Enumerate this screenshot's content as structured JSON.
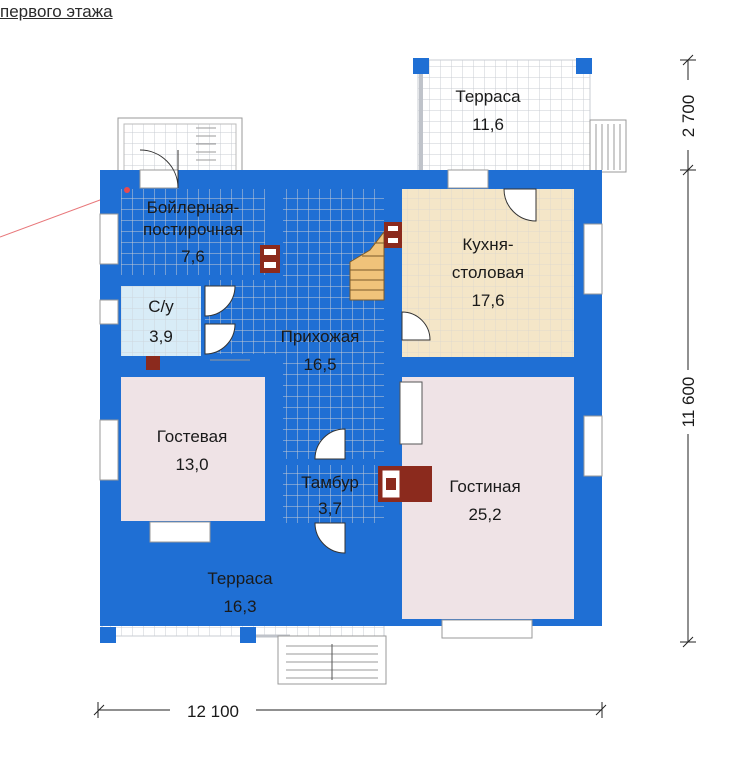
{
  "caption": "первого этажа",
  "colors": {
    "wall": "#1f6fd4",
    "grid_line": "#c9ccd3",
    "tile_bg": "#ffffff",
    "kitchen": "#f4e6c8",
    "living": "#efe3e6",
    "bath": "#d8ecf7",
    "stove": "#8b2a1d",
    "leader": "#e8777a",
    "dimension": "#222222"
  },
  "rooms": {
    "boiler": {
      "name_1": "Бойлерная-",
      "name_2": "постирочная",
      "area": "7,6"
    },
    "bath": {
      "name": "С/у",
      "area": "3,9"
    },
    "hall": {
      "name": "Прихожая",
      "area": "16,5"
    },
    "kitchen": {
      "name_1": "Кухня-",
      "name_2": "столовая",
      "area": "17,6"
    },
    "guest": {
      "name": "Гостевая",
      "area": "13,0"
    },
    "vestibule": {
      "name": "Тамбур",
      "area": "3,7"
    },
    "living": {
      "name": "Гостиная",
      "area": "25,2"
    },
    "terrace_top": {
      "name": "Терраса",
      "area": "11,6"
    },
    "terrace_bottom": {
      "name": "Терраса",
      "area": "16,3"
    }
  },
  "dimensions": {
    "width": "12 100",
    "height_main": "11 600",
    "height_terrace": "2 700"
  }
}
